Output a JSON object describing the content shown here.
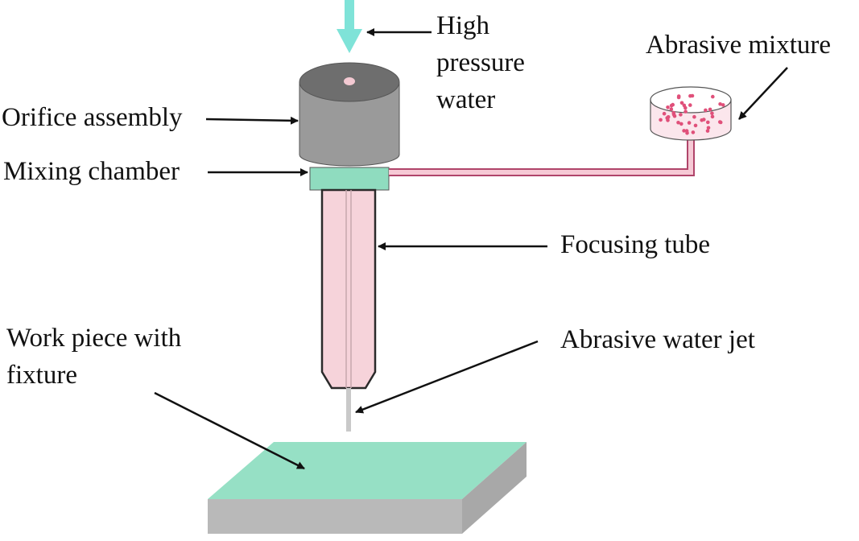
{
  "labels": {
    "high_pressure_water": [
      "High",
      "pressure",
      "water"
    ],
    "abrasive_mixture": "Abrasive mixture",
    "orifice_assembly": "Orifice assembly",
    "mixing_chamber": "Mixing chamber",
    "focusing_tube": "Focusing tube",
    "work_piece": [
      "Work piece with",
      "fixture"
    ],
    "abrasive_water_jet": "Abrasive water jet"
  },
  "colors": {
    "water_arrow": "#7fe3d8",
    "orifice_top": "#6e6e6e",
    "orifice_body": "#9a9a9a",
    "mixing_chamber": "#8fdcbf",
    "focusing_tube": "#f6d3da",
    "tube_outline": "#2a2a2a",
    "feed_line": "#e88aa3",
    "abrasive_particles": "#e0507a",
    "workpiece_top": "#96e0c5",
    "workpiece_side": "#b9b9b9"
  }
}
